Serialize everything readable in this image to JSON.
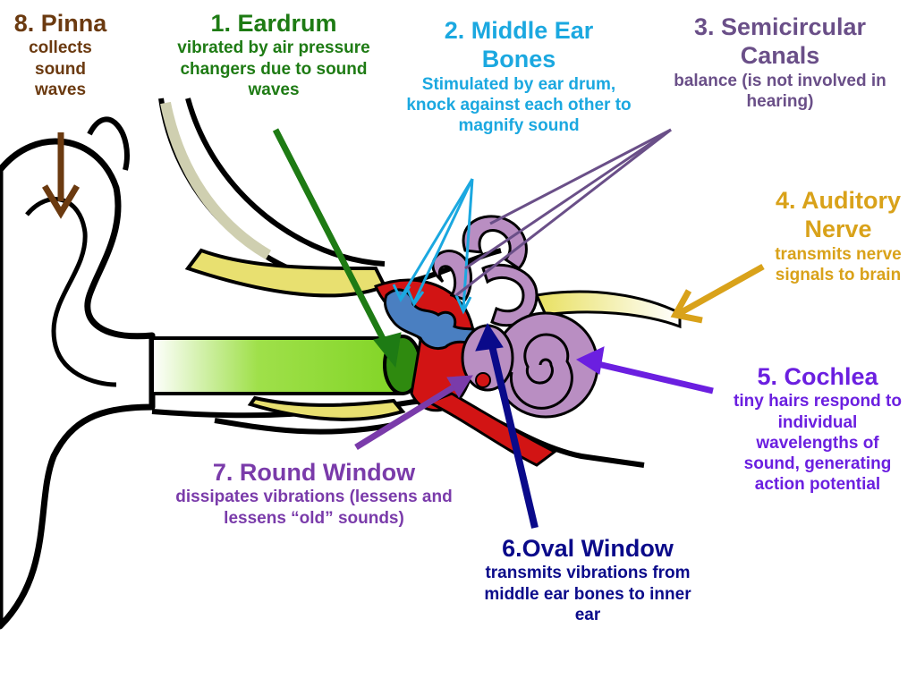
{
  "labels": {
    "pinna": {
      "title": "8. Pinna",
      "desc": "collects sound waves",
      "color": "#6B3A10"
    },
    "eardrum": {
      "title": "1. Eardrum",
      "desc": "vibrated by air pressure changers due to sound waves",
      "color": "#1E7B14"
    },
    "bones": {
      "title": "2. Middle Ear Bones",
      "desc": "Stimulated by ear drum, knock against each other to magnify sound",
      "color": "#1BA8E0"
    },
    "canals": {
      "title": "3. Semicircular Canals",
      "desc": "balance (is not involved in hearing)",
      "color": "#6A4F88"
    },
    "nerve": {
      "title": "4. Auditory Nerve",
      "desc": "transmits nerve signals to brain",
      "color": "#D9A21A"
    },
    "cochlea": {
      "title": "5. Cochlea",
      "desc": "tiny hairs respond to individual wavelengths of sound, generating action potential",
      "color": "#6B1FE0"
    },
    "oval": {
      "title": "6.Oval Window",
      "desc": "transmits vibrations from middle ear bones to inner ear",
      "color": "#0A0A8A"
    },
    "round": {
      "title": "7. Round Window",
      "desc": "dissipates vibrations (lessens and lessens “old” sounds)",
      "color": "#7A3BAA"
    }
  }
}
